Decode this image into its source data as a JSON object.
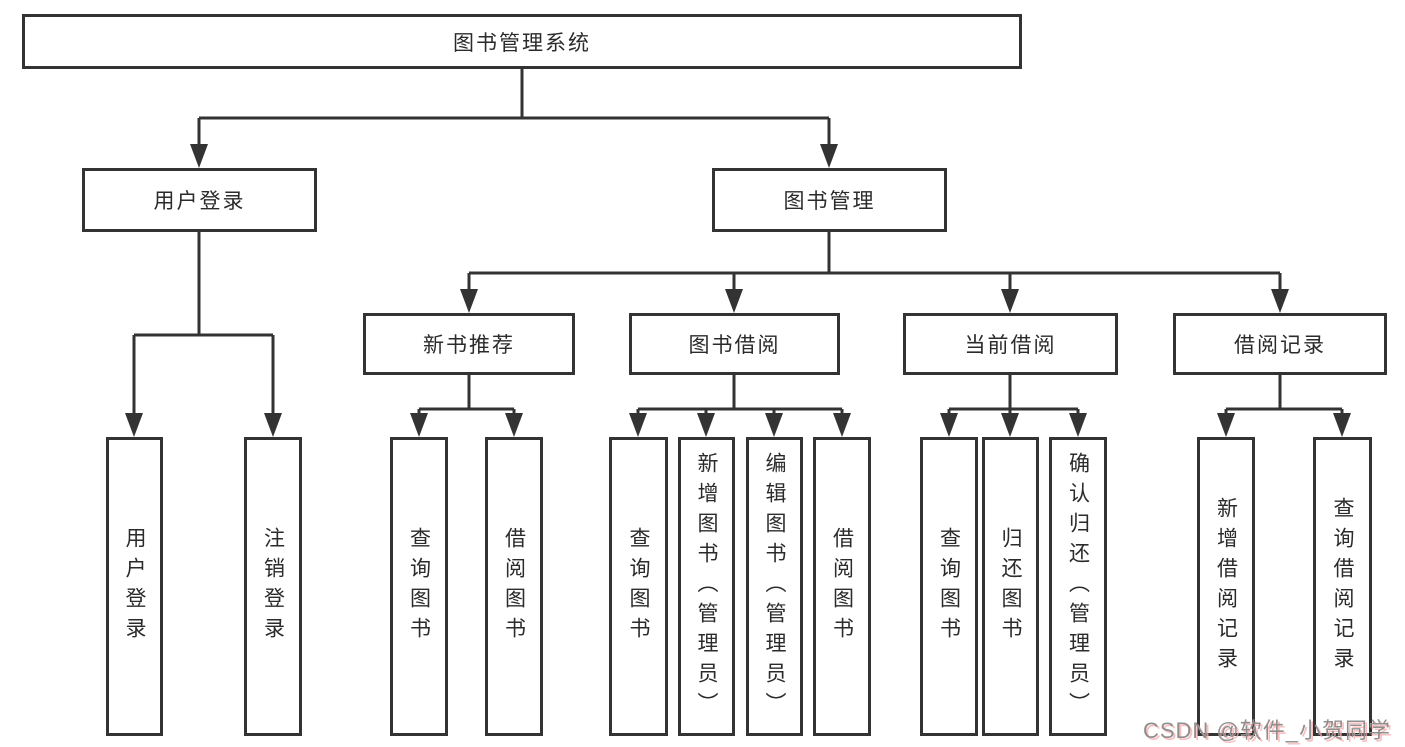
{
  "colors": {
    "line": "#333333",
    "box_border": "#333333",
    "box_fill": "#ffffff",
    "text": "#2b2b2b",
    "background": "#ffffff",
    "watermark_text": "#8f8f8f",
    "watermark_shadow": "#f8aaaa"
  },
  "watermark": {
    "text": "CSDN @软件_小贺同学"
  },
  "diagram": {
    "title": "图书管理系统",
    "nodes": {
      "root": {
        "label": "图书管理系统",
        "level": 1
      },
      "user-login": {
        "label": "用户登录",
        "level": 2
      },
      "book-mgmt": {
        "label": "图书管理",
        "level": 2
      },
      "new-book-rec": {
        "label": "新书推荐",
        "level": 3
      },
      "book-borrow": {
        "label": "图书借阅",
        "level": 3
      },
      "current-borrow": {
        "label": "当前借阅",
        "level": 3
      },
      "borrow-records": {
        "label": "借阅记录",
        "level": 3
      },
      "leaf-user-login": {
        "label": "用户登录",
        "level": 4
      },
      "leaf-logout": {
        "label": "注销登录",
        "level": 4
      },
      "leaf-rec-query-books": {
        "label": "查询图书",
        "level": 4
      },
      "leaf-rec-borrow-books": {
        "label": "借阅图书",
        "level": 4
      },
      "leaf-bb-query-books": {
        "label": "查询图书",
        "level": 4
      },
      "leaf-bb-add-books": {
        "label": "新增图书（管理员）",
        "level": 4
      },
      "leaf-bb-edit-books": {
        "label": "编辑图书（管理员）",
        "level": 4
      },
      "leaf-bb-borrow-books": {
        "label": "借阅图书",
        "level": 4
      },
      "leaf-cb-query-books": {
        "label": "查询图书",
        "level": 4
      },
      "leaf-cb-return-books": {
        "label": "归还图书",
        "level": 4
      },
      "leaf-cb-confirm-return": {
        "label": "确认归还（管理员）",
        "level": 4
      },
      "leaf-br-add-record": {
        "label": "新增借阅记录",
        "level": 4
      },
      "leaf-br-query-record": {
        "label": "查询借阅记录",
        "level": 4
      }
    },
    "edges": [
      [
        "root",
        "user-login"
      ],
      [
        "root",
        "book-mgmt"
      ],
      [
        "user-login",
        "leaf-user-login"
      ],
      [
        "user-login",
        "leaf-logout"
      ],
      [
        "book-mgmt",
        "new-book-rec"
      ],
      [
        "book-mgmt",
        "book-borrow"
      ],
      [
        "book-mgmt",
        "current-borrow"
      ],
      [
        "book-mgmt",
        "borrow-records"
      ],
      [
        "new-book-rec",
        "leaf-rec-query-books"
      ],
      [
        "new-book-rec",
        "leaf-rec-borrow-books"
      ],
      [
        "book-borrow",
        "leaf-bb-query-books"
      ],
      [
        "book-borrow",
        "leaf-bb-add-books"
      ],
      [
        "book-borrow",
        "leaf-bb-edit-books"
      ],
      [
        "book-borrow",
        "leaf-bb-borrow-books"
      ],
      [
        "current-borrow",
        "leaf-cb-query-books"
      ],
      [
        "current-borrow",
        "leaf-cb-return-books"
      ],
      [
        "current-borrow",
        "leaf-cb-confirm-return"
      ],
      [
        "borrow-records",
        "leaf-br-add-record"
      ],
      [
        "borrow-records",
        "leaf-br-query-record"
      ]
    ]
  }
}
